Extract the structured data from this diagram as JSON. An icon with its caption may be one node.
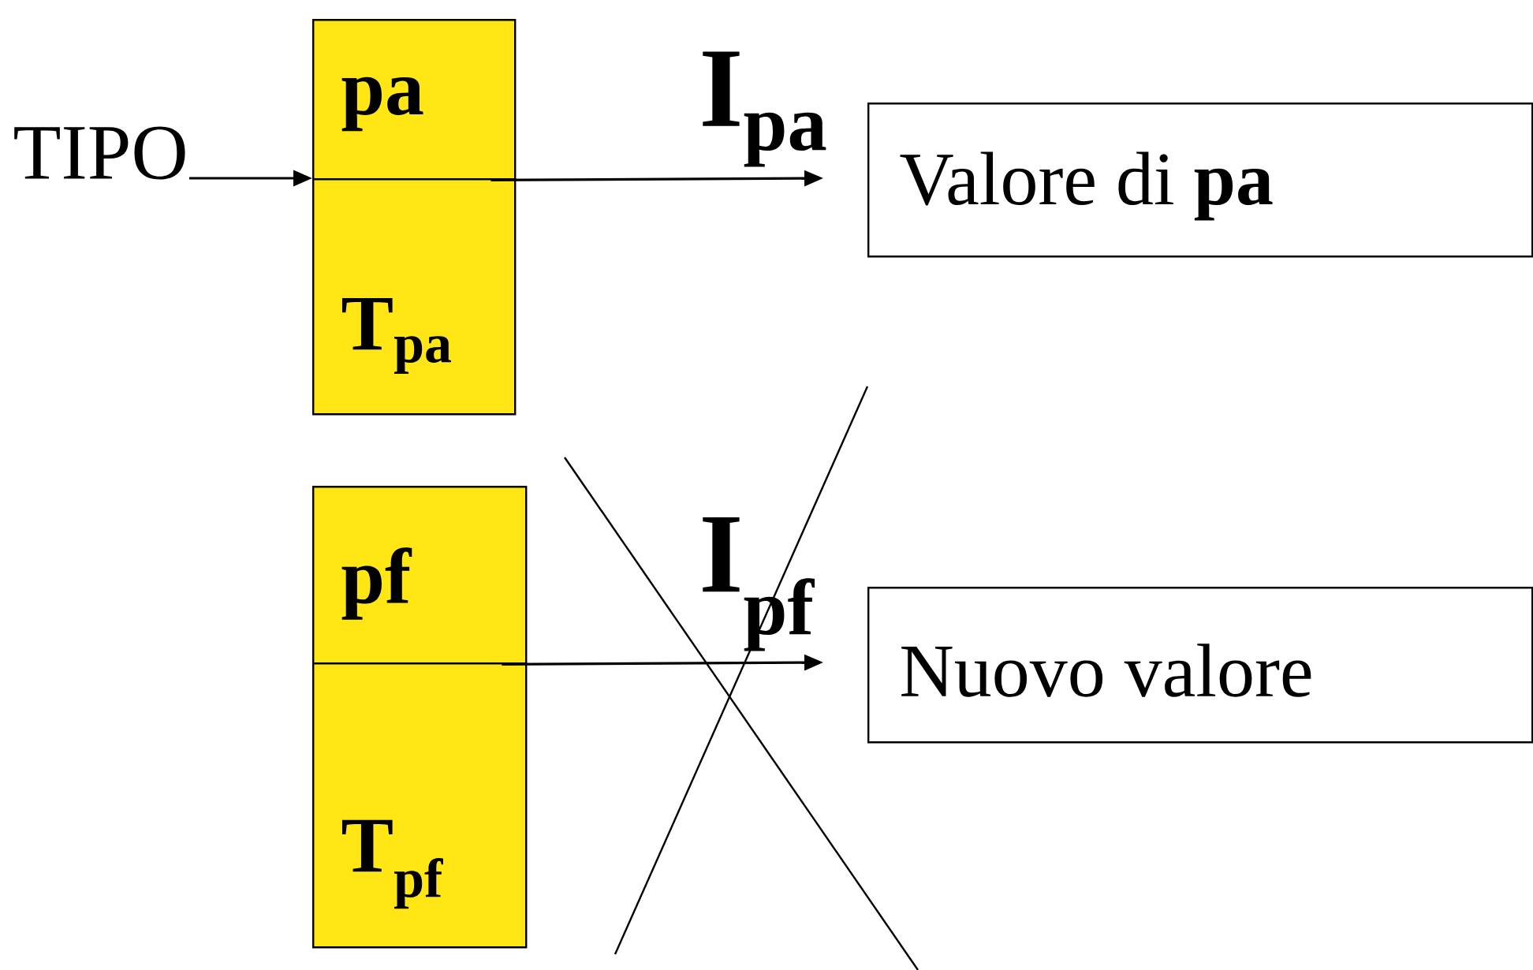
{
  "diagram": {
    "nodes": [
      {
        "text": [
          "TIPO"
        ]
      },
      {
        "text": [
          "pa"
        ]
      },
      {
        "text": [
          "T$_{pa}$"
        ]
      },
      {
        "text": [
          "pf"
        ]
      },
      {
        "text": [
          "T$_{pf}$"
        ]
      },
      {
        "text": [
          "Valore di **pa**"
        ]
      },
      {
        "text": [
          "Nuovo valore"
        ]
      }
    ],
    "edges": [
      {
        "from": 0,
        "to": 1,
        "arrow": "to"
      },
      {
        "from": 1,
        "to": 5,
        "arrow": "to",
        "label": "I$_{pa}$"
      },
      {
        "from": 3,
        "to": 6,
        "arrow": "to",
        "label": "I$_{pf}$"
      }
    ]
  }
}
